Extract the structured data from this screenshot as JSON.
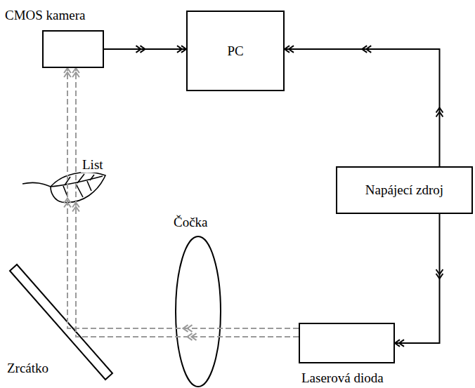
{
  "diagram": {
    "nodes": [
      {
        "text": [
          "CMOS kamera"
        ]
      },
      {
        "text": [
          "PC"
        ]
      },
      {
        "text": [
          "Napájecí zdroj"
        ]
      },
      {
        "text": [
          "Laserová dioda"
        ]
      }
    ],
    "edges": [
      {
        "from": 0,
        "to": 1,
        "arrow": "to"
      },
      {
        "from": 2,
        "to": 1,
        "arrow": "to"
      },
      {
        "from": 2,
        "to": 3,
        "arrow": "to"
      },
      {
        "from": 3,
        "to": 0,
        "arrow": "to"
      }
    ],
    "labels": [
      "List",
      "Čočka",
      "Zrcátko"
    ]
  }
}
